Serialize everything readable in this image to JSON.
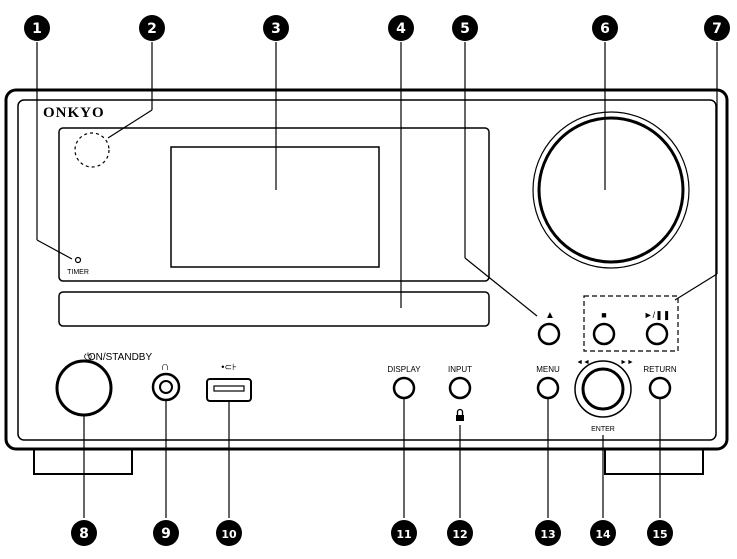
{
  "brand": "ONKYO",
  "labels": {
    "timer": "TIMER",
    "on_standby": "ON/STANDBY",
    "display": "DISPLAY",
    "input": "INPUT",
    "menu": "MENU",
    "return": "RETURN",
    "enter": "ENTER",
    "eject": "▲",
    "stop": "■",
    "play_pause": "►/❚❚",
    "skip_back": "◄◄",
    "skip_forward": "►►",
    "lock": "🔒"
  },
  "callouts": [
    "1",
    "2",
    "3",
    "4",
    "5",
    "6",
    "7",
    "8",
    "9",
    "10",
    "11",
    "12",
    "13",
    "14",
    "15"
  ]
}
